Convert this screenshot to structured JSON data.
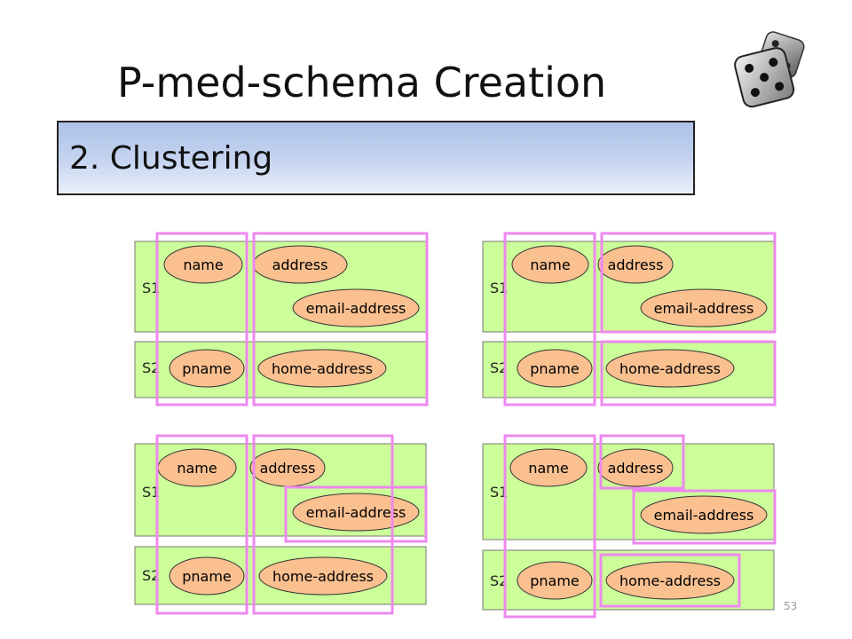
{
  "slide": {
    "title": "P-med-schema Creation",
    "subtitle": "2. Clustering",
    "page_number": "53"
  },
  "panels": [
    {
      "s1_label": "S1",
      "s2_label": "S2",
      "s1_attributes": [
        "name",
        "address",
        "email-address"
      ],
      "s2_attributes": [
        "pname",
        "home-address"
      ],
      "clusters": [
        [
          "name",
          "pname"
        ],
        [
          "address",
          "email-address",
          "home-address"
        ]
      ]
    },
    {
      "s1_label": "S1",
      "s2_label": "S2",
      "s1_attributes": [
        "name",
        "address",
        "email-address"
      ],
      "s2_attributes": [
        "pname",
        "home-address"
      ],
      "clusters": [
        [
          "name",
          "pname"
        ],
        [
          "address",
          "email-address"
        ],
        [
          "home-address"
        ]
      ]
    },
    {
      "s1_label": "S1",
      "s2_label": "S2",
      "s1_attributes": [
        "name",
        "address",
        "email-address"
      ],
      "s2_attributes": [
        "pname",
        "home-address"
      ],
      "clusters": [
        [
          "name",
          "pname"
        ],
        [
          "address",
          "home-address"
        ],
        [
          "email-address"
        ]
      ]
    },
    {
      "s1_label": "S1",
      "s2_label": "S2",
      "s1_attributes": [
        "name",
        "address",
        "email-address"
      ],
      "s2_attributes": [
        "pname",
        "home-address"
      ],
      "clusters": [
        [
          "name",
          "pname"
        ],
        [
          "address"
        ],
        [
          "email-address"
        ],
        [
          "home-address"
        ]
      ]
    }
  ],
  "colors": {
    "schema_fill": "#ccff99",
    "attribute_fill": "#fac090",
    "cluster_outline": "#ee88ee",
    "subtitle_gradient_top": "#aec3e8"
  },
  "icons": {
    "logo": "dice-icon"
  }
}
